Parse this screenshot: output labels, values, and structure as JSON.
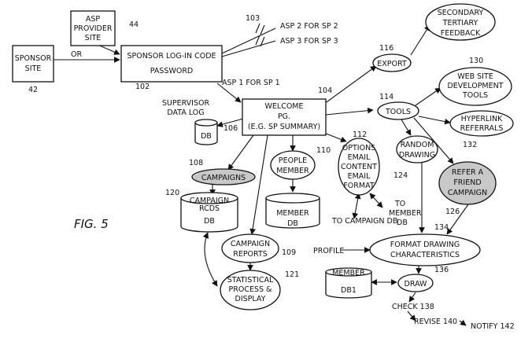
{
  "figure_label": "FIG. 5",
  "nodes": {
    "sponsor_site": {
      "lines": [
        "SPONSOR",
        "SITE"
      ],
      "ref": "42"
    },
    "asp_provider": {
      "lines": [
        "ASP",
        "PROVIDER",
        "SITE"
      ],
      "ref": "44"
    },
    "login": {
      "lines": [
        "SPONSOR LOG-IN CODE",
        "PASSWORD"
      ],
      "ref": "102"
    },
    "welcome": {
      "lines": [
        "WELCOME",
        "PG.",
        "(E.G. SP SUMMARY)"
      ],
      "ref": "104"
    },
    "supervisor": {
      "lines": [
        "SUPERVISOR",
        "DATA LOG"
      ]
    },
    "db106": {
      "lines": [
        "DB"
      ],
      "ref": "106"
    },
    "campaigns": {
      "lines": [
        "CAMPAIGNS"
      ],
      "ref": "108"
    },
    "campaign_rcds": {
      "lines": [
        "CAMPAIGN",
        "RCDS",
        "DB"
      ],
      "ref": "120"
    },
    "people": {
      "lines": [
        "PEOPLE",
        "MEMBER"
      ],
      "ref": "110"
    },
    "member_db": {
      "lines": [
        "MEMBER",
        "DB"
      ]
    },
    "options": {
      "lines": [
        "OPTIONS",
        "EMAIL",
        "CONTENT",
        "EMAIL",
        "FORMAT"
      ],
      "ref": "112"
    },
    "export": {
      "lines": [
        "EXPORT"
      ],
      "ref": "116"
    },
    "secondary": {
      "lines": [
        "SECONDARY",
        "TERTIARY",
        "FEEDBACK"
      ]
    },
    "tools": {
      "lines": [
        "TOOLS"
      ],
      "ref": "114"
    },
    "website_tools": {
      "lines": [
        "WEB SITE",
        "DEVELOPMENT",
        "TOOLS"
      ],
      "ref": "130"
    },
    "hyperlink": {
      "lines": [
        "HYPERLINK",
        "REFERRALS"
      ],
      "ref": "132"
    },
    "random": {
      "lines": [
        "RANDOM",
        "DRAWING"
      ],
      "ref": "124"
    },
    "refer": {
      "lines": [
        "REFER A",
        "FRIEND",
        "CAMPAIGN"
      ],
      "ref": "126"
    },
    "campaign_reports": {
      "lines": [
        "CAMPAIGN",
        "REPORTS"
      ],
      "ref": "109"
    },
    "statistical": {
      "lines": [
        "STATISTICAL",
        "PROCESS &",
        "DISPLAY"
      ],
      "ref": "121"
    },
    "format_drawing": {
      "lines": [
        "FORMAT DRAWING",
        "CHARACTERISTICS"
      ],
      "ref": "134"
    },
    "member_db1": {
      "lines": [
        "MEMBER",
        "DB1"
      ]
    },
    "draw": {
      "lines": [
        "DRAW"
      ],
      "ref": "136"
    }
  },
  "labels": {
    "or": "OR",
    "asp1": "ASP 1 FOR SP 1",
    "asp2": "ASP 2 FOR SP 2",
    "asp3": "ASP 3 FOR SP 3",
    "ref103": "103",
    "to_campaign_db": "TO CAMPAIGN DB",
    "to_member_db": [
      "TO",
      "MEMBER",
      "DB"
    ],
    "profile": "PROFILE",
    "check": "CHECK 138",
    "revise": "REVISE 140",
    "notify": "NOTIFY 142"
  }
}
